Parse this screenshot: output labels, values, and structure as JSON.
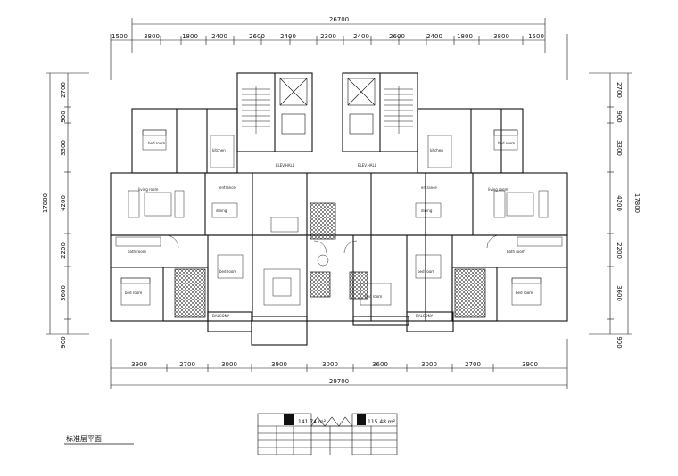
{
  "top_total": "26700",
  "top_dims": [
    "1500",
    "3800",
    "1800",
    "2400",
    "2600",
    "2400",
    "2300",
    "2400",
    "2600",
    "2400",
    "1800",
    "3800",
    "1500"
  ],
  "bottom_total": "29700",
  "bottom_dims": [
    "3900",
    "2700",
    "3000",
    "3900",
    "3000",
    "3600",
    "3000",
    "2700",
    "3900"
  ],
  "left_dims": [
    "2700",
    "900",
    "3300",
    "4200",
    "2200",
    "3600",
    "900"
  ],
  "left_total": "17800",
  "right_dims": [
    "2700",
    "900",
    "3300",
    "4200",
    "2200",
    "3600",
    "900"
  ],
  "right_total": "17800",
  "rooms": {
    "bed_master_left": "bed room",
    "bed_master_right": "bed room",
    "kitchen_left": "kitchen",
    "kitchen_right": "kitchen",
    "living_left": "living room",
    "living_right": "living room",
    "dining_left": "dining",
    "dining_right": "dining",
    "entrance_left": "entrance",
    "entrance_right": "entrance",
    "bath_left": "bath room",
    "bath_right": "bath room",
    "bed2_left": "bed room",
    "bed2_right": "bed room",
    "bed3_left": "bed room",
    "bed3_right": "bed room",
    "balcony_left": "BALCONY",
    "balcony_right": "BALCONY",
    "bed_center": "bed room",
    "lobby_left": "ELEV.HALL",
    "lobby_right": "ELEV.HALL"
  },
  "area_a": "141.74 m²",
  "area_b": "115.48 m²",
  "plan_title": "标准层平面"
}
